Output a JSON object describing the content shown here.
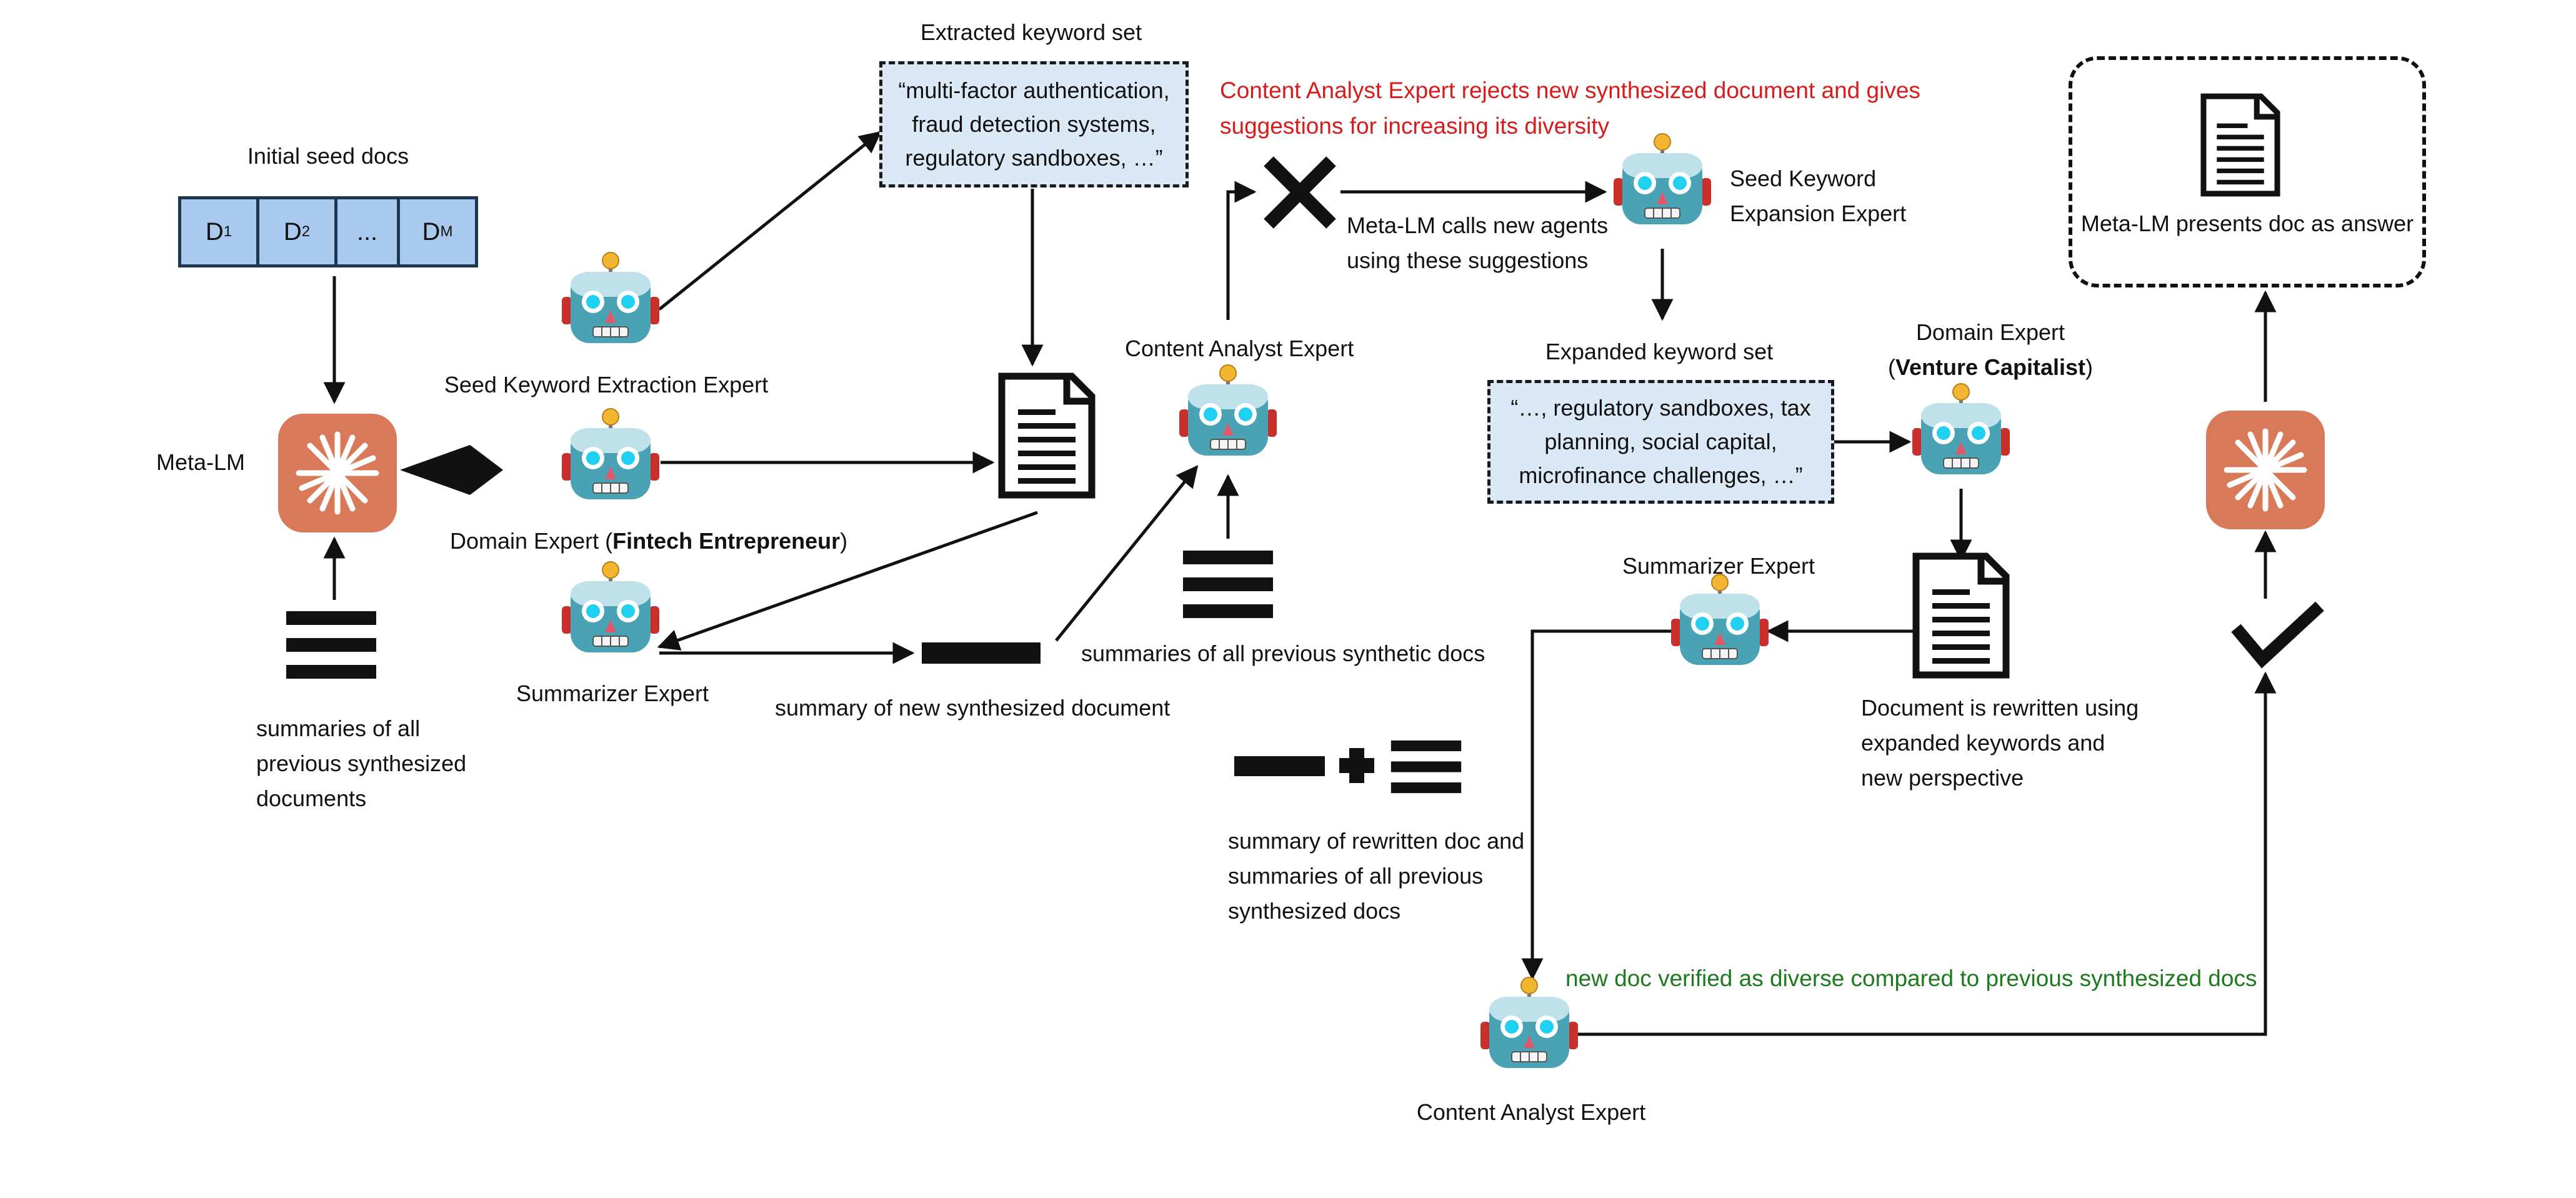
{
  "labels": {
    "initial_seed_docs": "Initial seed docs",
    "seed_cells": [
      "D",
      "D",
      "...",
      "D"
    ],
    "seed_subs": [
      "1",
      "2",
      "",
      "M"
    ],
    "meta_lm": "Meta-LM",
    "extracted_keyword_set": "Extracted keyword set",
    "extracted_keywords_text": "“multi-factor authentication, fraud detection systems, regulatory sandboxes, …”",
    "seed_keyword_extraction_expert": "Seed Keyword Extraction Expert",
    "domain_expert_fintech_prefix": "Domain Expert (",
    "domain_expert_fintech_bold": "Fintech Entrepreneur",
    "domain_expert_fintech_suffix": ")",
    "summarizer_expert_1": "Summarizer Expert",
    "summaries_prev_synth_1": "summaries of all previous synthesized documents",
    "summary_new_synth": "summary of new synthesized document",
    "content_analyst_expert_1": "Content Analyst Expert",
    "summaries_prev_synthetic": "summaries of all previous synthetic docs",
    "rejection_text": "Content Analyst Expert rejects new synthesized document and gives suggestions for increasing its diversity",
    "meta_lm_calls": "Meta-LM calls new agents using these suggestions",
    "seed_keyword_expansion_expert": "Seed Keyword Expansion Expert",
    "expanded_keyword_set": "Expanded keyword set",
    "expanded_keywords_text": "“…, regulatory sandboxes, tax planning, social capital, microfinance challenges, …”",
    "domain_expert_vc_line1": "Domain Expert",
    "domain_expert_vc_line2_prefix": "(",
    "domain_expert_vc_line2_bold": "Venture Capitalist",
    "domain_expert_vc_line2_suffix": ")",
    "summarizer_expert_2": "Summarizer Expert",
    "doc_rewritten": "Document is rewritten using expanded keywords and new perspective",
    "summary_rewritten": "summary of rewritten doc and summaries of all previous synthesized docs",
    "verified_text": "new doc verified as diverse compared to previous synthesized docs",
    "content_analyst_expert_2": "Content Analyst Expert",
    "meta_lm_presents": "Meta-LM presents doc as answer"
  },
  "colors": {
    "seed_fill": "#a9c9ee",
    "keyword_fill": "#dbe8f6",
    "meta_lm": "#d87a5a",
    "reject_red": "#d81b1b",
    "verify_green": "#1d7a1d",
    "robot_face": "#4aa3b5"
  },
  "icons": [
    "robot-icon",
    "meta-lm-logo-icon",
    "document-icon",
    "summary-stack-icon",
    "summary-bar-icon",
    "cross-icon",
    "check-icon",
    "plus-icon"
  ]
}
